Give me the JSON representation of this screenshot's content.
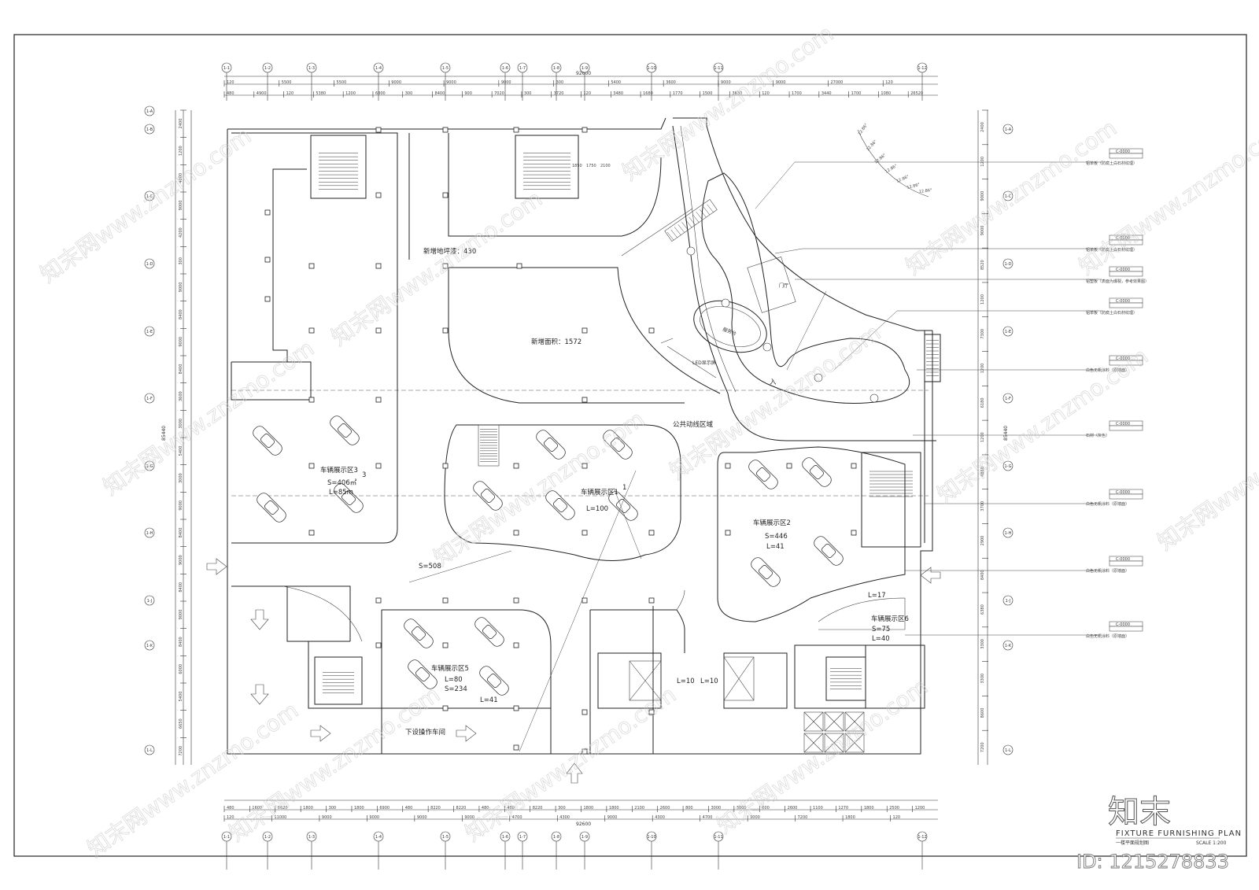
{
  "drawing": {
    "labels": {
      "new_floor_paint": "新增地坪漆：430",
      "new_area": "新增面积：1572",
      "public_circulation": "公共动线区域",
      "s508": "S=508",
      "entrance": "入",
      "lobby": "门厅",
      "reception": "服务台",
      "led_screen": "LED显示屏",
      "workshop": "下设操作车间"
    },
    "zones": [
      {
        "name": "车辆展示区1",
        "extra1": "L=100",
        "extra2": "",
        "mark": "1"
      },
      {
        "name": "车辆展示区2",
        "extra1": "S=446",
        "extra2": "L=41",
        "mark": ""
      },
      {
        "name": "车辆展示区3",
        "extra1": "S=406㎡",
        "extra2": "L=85m",
        "mark": "3"
      },
      {
        "name": "车辆展示区5",
        "extra1": "L=80",
        "extra2": "S=234",
        "extra3": "L=41"
      },
      {
        "name": "车辆展示区6",
        "extra1": "S=75",
        "extra2": "L=40",
        "top": "L=17"
      }
    ],
    "aisles": {
      "l10a": "L=10",
      "l10b": "L=10"
    },
    "top_dims_row1": [
      "120",
      "5500",
      "5500",
      "9000",
      "9000",
      "9000",
      "300",
      "5400",
      "3600",
      "9000",
      "9000",
      "27000",
      "120"
    ],
    "top_total": "92600",
    "top_dims_row2": [
      "480",
      "4900",
      "120",
      "5380",
      "1200",
      "6800",
      "300",
      "8400",
      "900",
      "7020",
      "300",
      "3720",
      "120",
      "3480",
      "1680",
      "1770",
      "1500",
      "3630",
      "120",
      "1700",
      "3440",
      "1700",
      "1080",
      "26520"
    ],
    "bottom_total": "92600",
    "bottom_dims_row1": [
      "480",
      "1600",
      "6620",
      "1800",
      "300",
      "1800",
      "6900",
      "480",
      "8220",
      "8220",
      "480",
      "480",
      "8220",
      "300",
      "1800",
      "1800",
      "2100",
      "2600",
      "800",
      "3000",
      "3000",
      "600",
      "2600",
      "1100",
      "1270",
      "1800",
      "2500",
      "1200"
    ],
    "bottom_dims_row2": [
      "120",
      "11000",
      "9000",
      "9000",
      "9000",
      "9000",
      "4700",
      "4300",
      "9000",
      "4300",
      "4700",
      "9000",
      "7200",
      "1800",
      "120"
    ],
    "left_dims": [
      "2400",
      "1200",
      "4000",
      "9000",
      "4200",
      "300",
      "9000",
      "8400",
      "9000",
      "8400",
      "3600",
      "3000",
      "5400",
      "3000",
      "9000",
      "8400",
      "9000",
      "8400",
      "9000",
      "8400",
      "6000",
      "5400",
      "6650",
      "7200"
    ],
    "left_total": "85440",
    "right_dims": [
      "2400",
      "1200",
      "9000",
      "9000",
      "8520",
      "1200",
      "7300",
      "1200",
      "6180",
      "1200",
      "4860",
      "3700",
      "2900",
      "8400",
      "6380",
      "3300",
      "3300",
      "8600",
      "7200"
    ],
    "right_total": "85440",
    "grid_top": [
      "1-1",
      "1-2",
      "1-3",
      "1-4",
      "1-5",
      "1-6",
      "1-7",
      "1-8",
      "1-9",
      "1-10",
      "1-11",
      "1-12"
    ],
    "grid_left": [
      "1-A",
      "1-B",
      "1-C",
      "1-D",
      "1-E",
      "1-F",
      "1-G",
      "1-H",
      "1-J",
      "1-K",
      "1-L"
    ],
    "grid_right": [
      "1-A",
      "1-C",
      "1-D",
      "1-E",
      "1-F",
      "1-G",
      "1-H",
      "1-J",
      "1-K",
      "1-L"
    ],
    "finish_tags": [
      {
        "code": "C-0000",
        "note": "铝单板（防腐土白石材纹理）"
      },
      {
        "code": "C-0000",
        "note": "铝单板（防腐土白石材纹理）"
      },
      {
        "code": "C-0000",
        "note": "铝塑板（表面为爆裂，参考效果图）"
      },
      {
        "code": "C-0000",
        "note": "铝单板（防腐土白石材纹理）"
      },
      {
        "code": "C-0000",
        "note": "白色无机涂料（原墙面）"
      },
      {
        "code": "C-0000",
        "note": "石材（灰色）"
      },
      {
        "code": "C-0000",
        "note": "白色无机涂料（原墙面）"
      },
      {
        "code": "C-0000",
        "note": "白色无机涂料（原墙面）"
      },
      {
        "code": "C-0000",
        "note": "白色无机涂料（原墙面）"
      }
    ],
    "arc_dims": [
      "12.86°",
      "12.86°",
      "12.86°",
      "12.86°",
      "12.86°",
      "12.86°",
      "12.86°"
    ],
    "stair_dims": [
      "1850",
      "1750",
      "2100"
    ],
    "title_cn": "知末",
    "title_en": "FIXTURE FURNISHING PLAN",
    "subtitle": "一楼平面规划图",
    "scale": "SCALE 1:200",
    "id_text": "ID: 1215278833",
    "watermark": "知末网www.znzmo.com"
  }
}
